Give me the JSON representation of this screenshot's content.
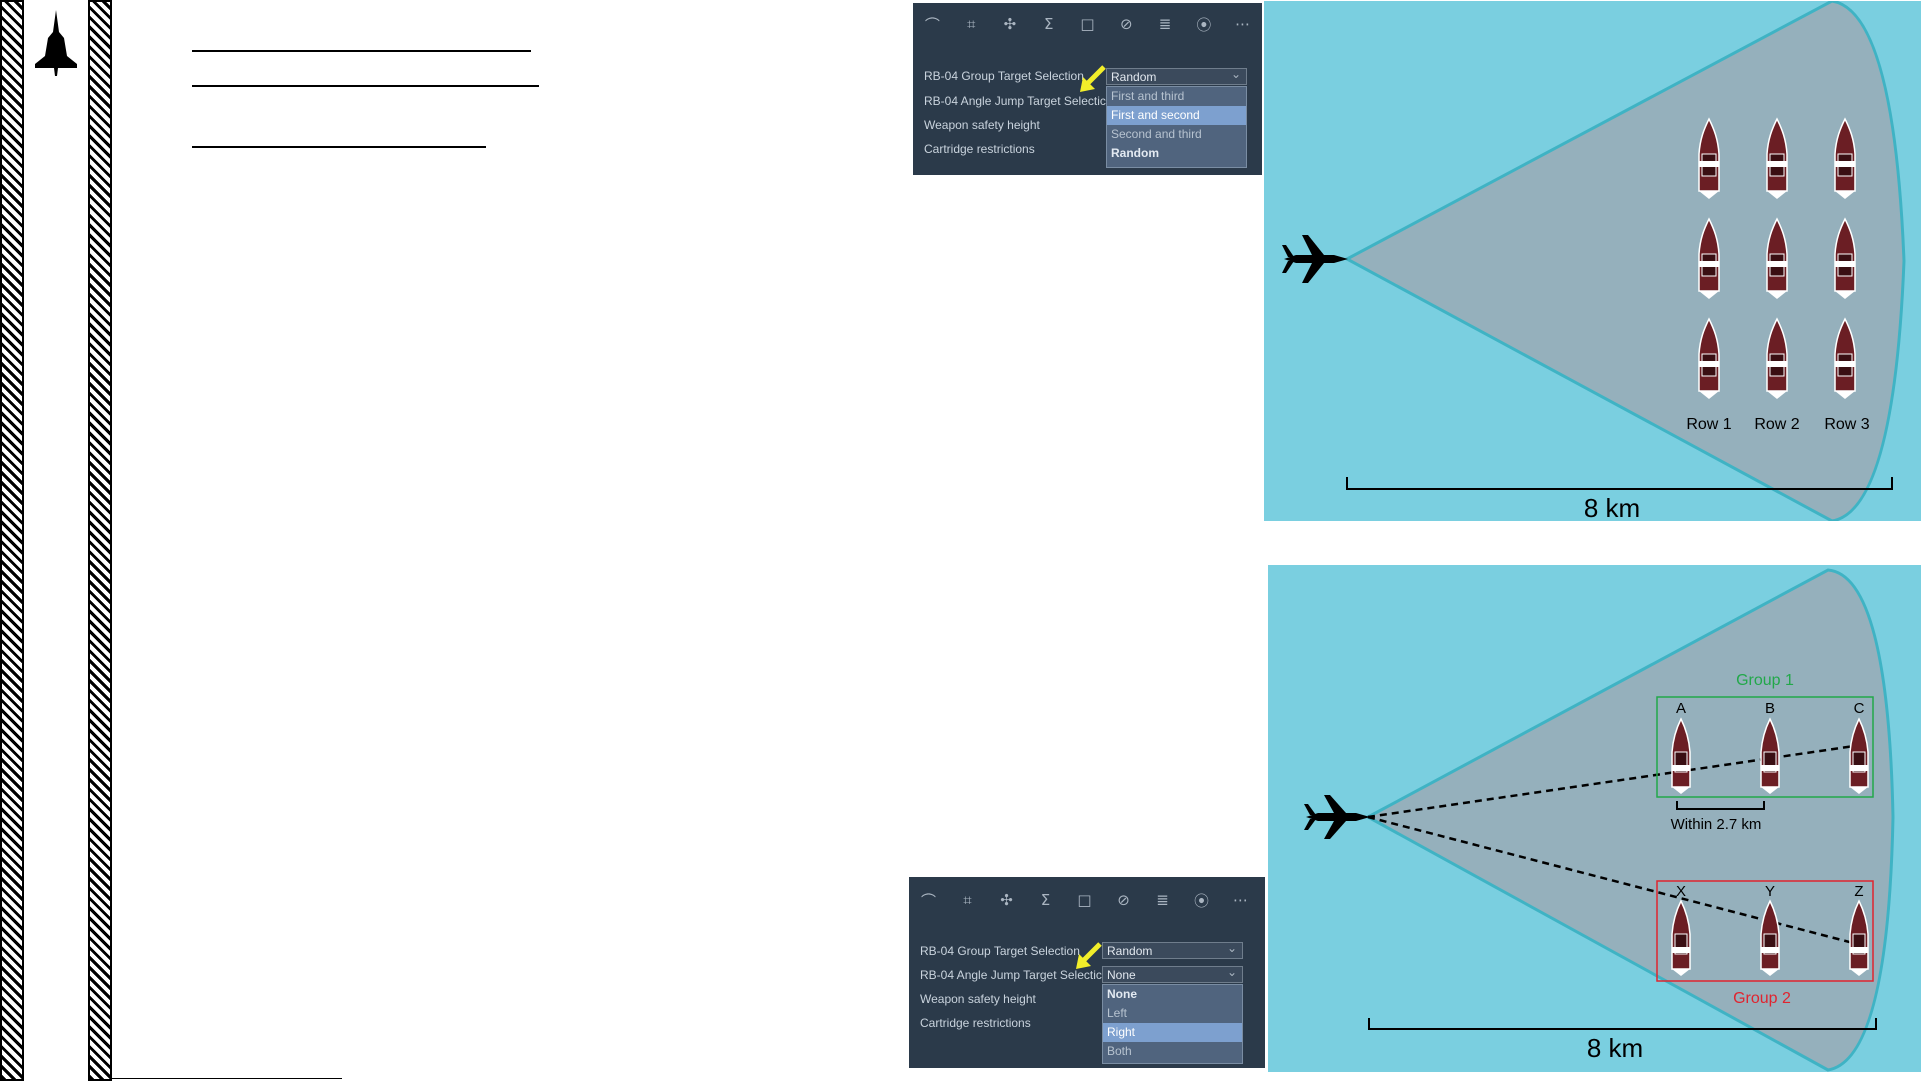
{
  "panels": [
    {
      "toolbar_icons": [
        "route-icon",
        "bracket-icon",
        "drone-icon",
        "sigma-icon",
        "square-icon",
        "no-icon",
        "list-icon",
        "antenna-icon",
        "more-icon"
      ],
      "rows": [
        "RB-04 Group Target Selection",
        "RB-04 Angle Jump Target Selectic",
        "Weapon safety height",
        "Cartridge restrictions"
      ],
      "group_select_value": "Random",
      "dropdown_options": [
        "First and third",
        "First and second",
        "Second and third",
        "Random"
      ]
    },
    {
      "toolbar_icons": [
        "route-icon",
        "bracket-icon",
        "drone-icon",
        "sigma-icon",
        "square-icon",
        "no-icon",
        "list-icon",
        "antenna-icon",
        "more-icon"
      ],
      "rows": [
        "RB-04 Group Target Selection",
        "RB-04 Angle Jump Target Selectic",
        "Weapon safety height",
        "Cartridge restrictions"
      ],
      "group_select_value": "Random",
      "angle_select_value": "None",
      "dropdown_options": [
        "None",
        "Left",
        "Right",
        "Both"
      ]
    }
  ],
  "diagram_top": {
    "row_labels": [
      "Row 1",
      "Row 2",
      "Row 3"
    ],
    "scale_label": "8 km"
  },
  "diagram_bottom": {
    "group1_label": "Group 1",
    "group2_label": "Group 2",
    "top_letters": [
      "A",
      "B",
      "C"
    ],
    "bottom_letters": [
      "X",
      "Y",
      "Z"
    ],
    "distance_label": "Within 2.7 km",
    "scale_label": "8 km"
  },
  "colors": {
    "sea": "#7acfe0",
    "cone": "#9aaab5",
    "panel": "#2b3a4a",
    "highlight": "#7da0cf",
    "arrow": "#f2ee2a",
    "group1": "#22a84a",
    "group2": "#e0242f"
  }
}
